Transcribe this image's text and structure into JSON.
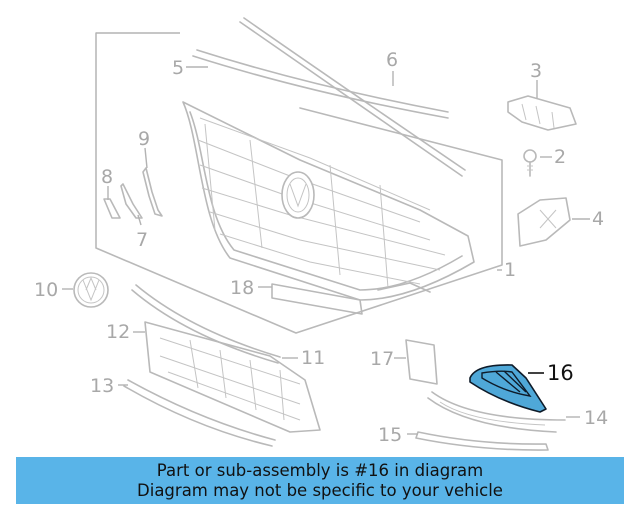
{
  "diagram": {
    "highlighted_part": "16",
    "highlight_color": "#4fa8d8",
    "banner_color": "#59b4e8",
    "callouts": {
      "c1": "1",
      "c2": "2",
      "c3": "3",
      "c4": "4",
      "c5": "5",
      "c6": "6",
      "c7": "7",
      "c8": "8",
      "c9": "9",
      "c10": "10",
      "c11": "11",
      "c12": "12",
      "c13": "13",
      "c14": "14",
      "c15": "15",
      "c16": "16",
      "c17": "17",
      "c18": "18"
    }
  },
  "banner": {
    "line1": "Part or sub-assembly is #16 in diagram",
    "line2": "Diagram may not be specific to your vehicle"
  }
}
